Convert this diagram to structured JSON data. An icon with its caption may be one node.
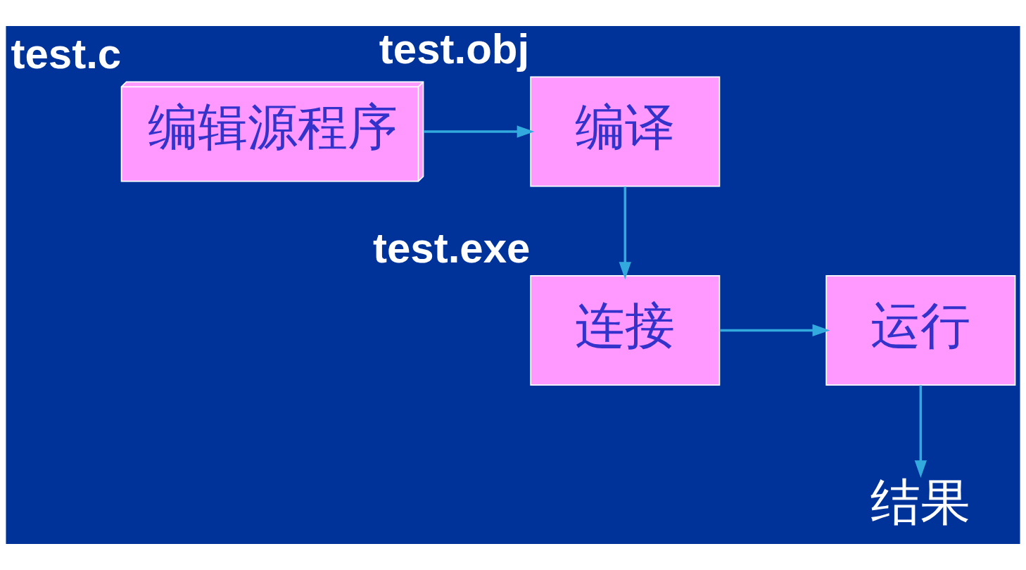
{
  "diagram": {
    "nodes": [
      {
        "text": [
          "编辑源程序"
        ],
        "beside": [
          "test.c"
        ]
      },
      {
        "text": [
          "编译"
        ],
        "beside": [
          "test.obj"
        ]
      },
      {
        "text": [
          "连接"
        ],
        "beside": [
          "test.exe"
        ]
      },
      {
        "text": [
          "运行"
        ]
      },
      {
        "text": [
          "结果"
        ]
      }
    ],
    "edges": [
      {
        "from": 0,
        "to": 1,
        "arrow": "to"
      },
      {
        "from": 1,
        "to": 2,
        "arrow": "to"
      },
      {
        "from": 2,
        "to": 3,
        "arrow": "to"
      },
      {
        "from": 3,
        "to": 4,
        "arrow": "to"
      }
    ]
  }
}
